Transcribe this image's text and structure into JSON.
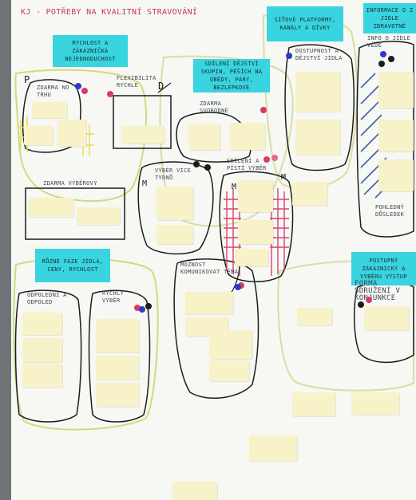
{
  "scene": {
    "title": "KJ - POTŘEBY NA KVALITNÍ STRAVOVÁNÍ",
    "cyan_labels": [
      "RYCHLOST A ZÁKAZNIČKÁ NEJEDNODUCHOST",
      "SDÍLENÍ DĚJSTVÍ SKUPIN, PĚŠÍCH NA OBĚDY, PÁRY, BEZLEPKOVÉ",
      "SÍŤOVÉ PLATFORMY, KANÁLY A DÍVKY",
      "INFORMACE O Z JÍDLE ZDRAVOTNĚ",
      "RŮZNÉ FÁZE JÍDLA, CENY, RYCHLOST",
      "POSTUPNÝ ZÁKAZNICKÝ A VÝBĚRU VÝSTUP"
    ],
    "handwriting": [
      "ZDARMA NO TRHU",
      "FLEXIBILITA RYCHLE",
      "ZDARMA VÝBĚROVÝ",
      "DOSTUPNOST A DĚJSTVÍ JÍDLA",
      "ZDARMA SVOBODNÉ",
      "SDÍLENÍ A PÍSTÍ VÝBĚR",
      "INFO O JÍDLE VĚDĚ",
      "VÝBĚR VÍCE TÝDNŮ",
      "POHLEDNÝ DŮSLEDEK",
      "ODPOLEDNÍ A ODPOLED",
      "RYCHLÝ VÝBĚR",
      "MOŽNOST KOMUNIKOVAT TÉMA",
      "FORMA SDRUŽENÍ V KONJUNKCE",
      "P",
      "D",
      "M",
      "M",
      "M"
    ]
  }
}
